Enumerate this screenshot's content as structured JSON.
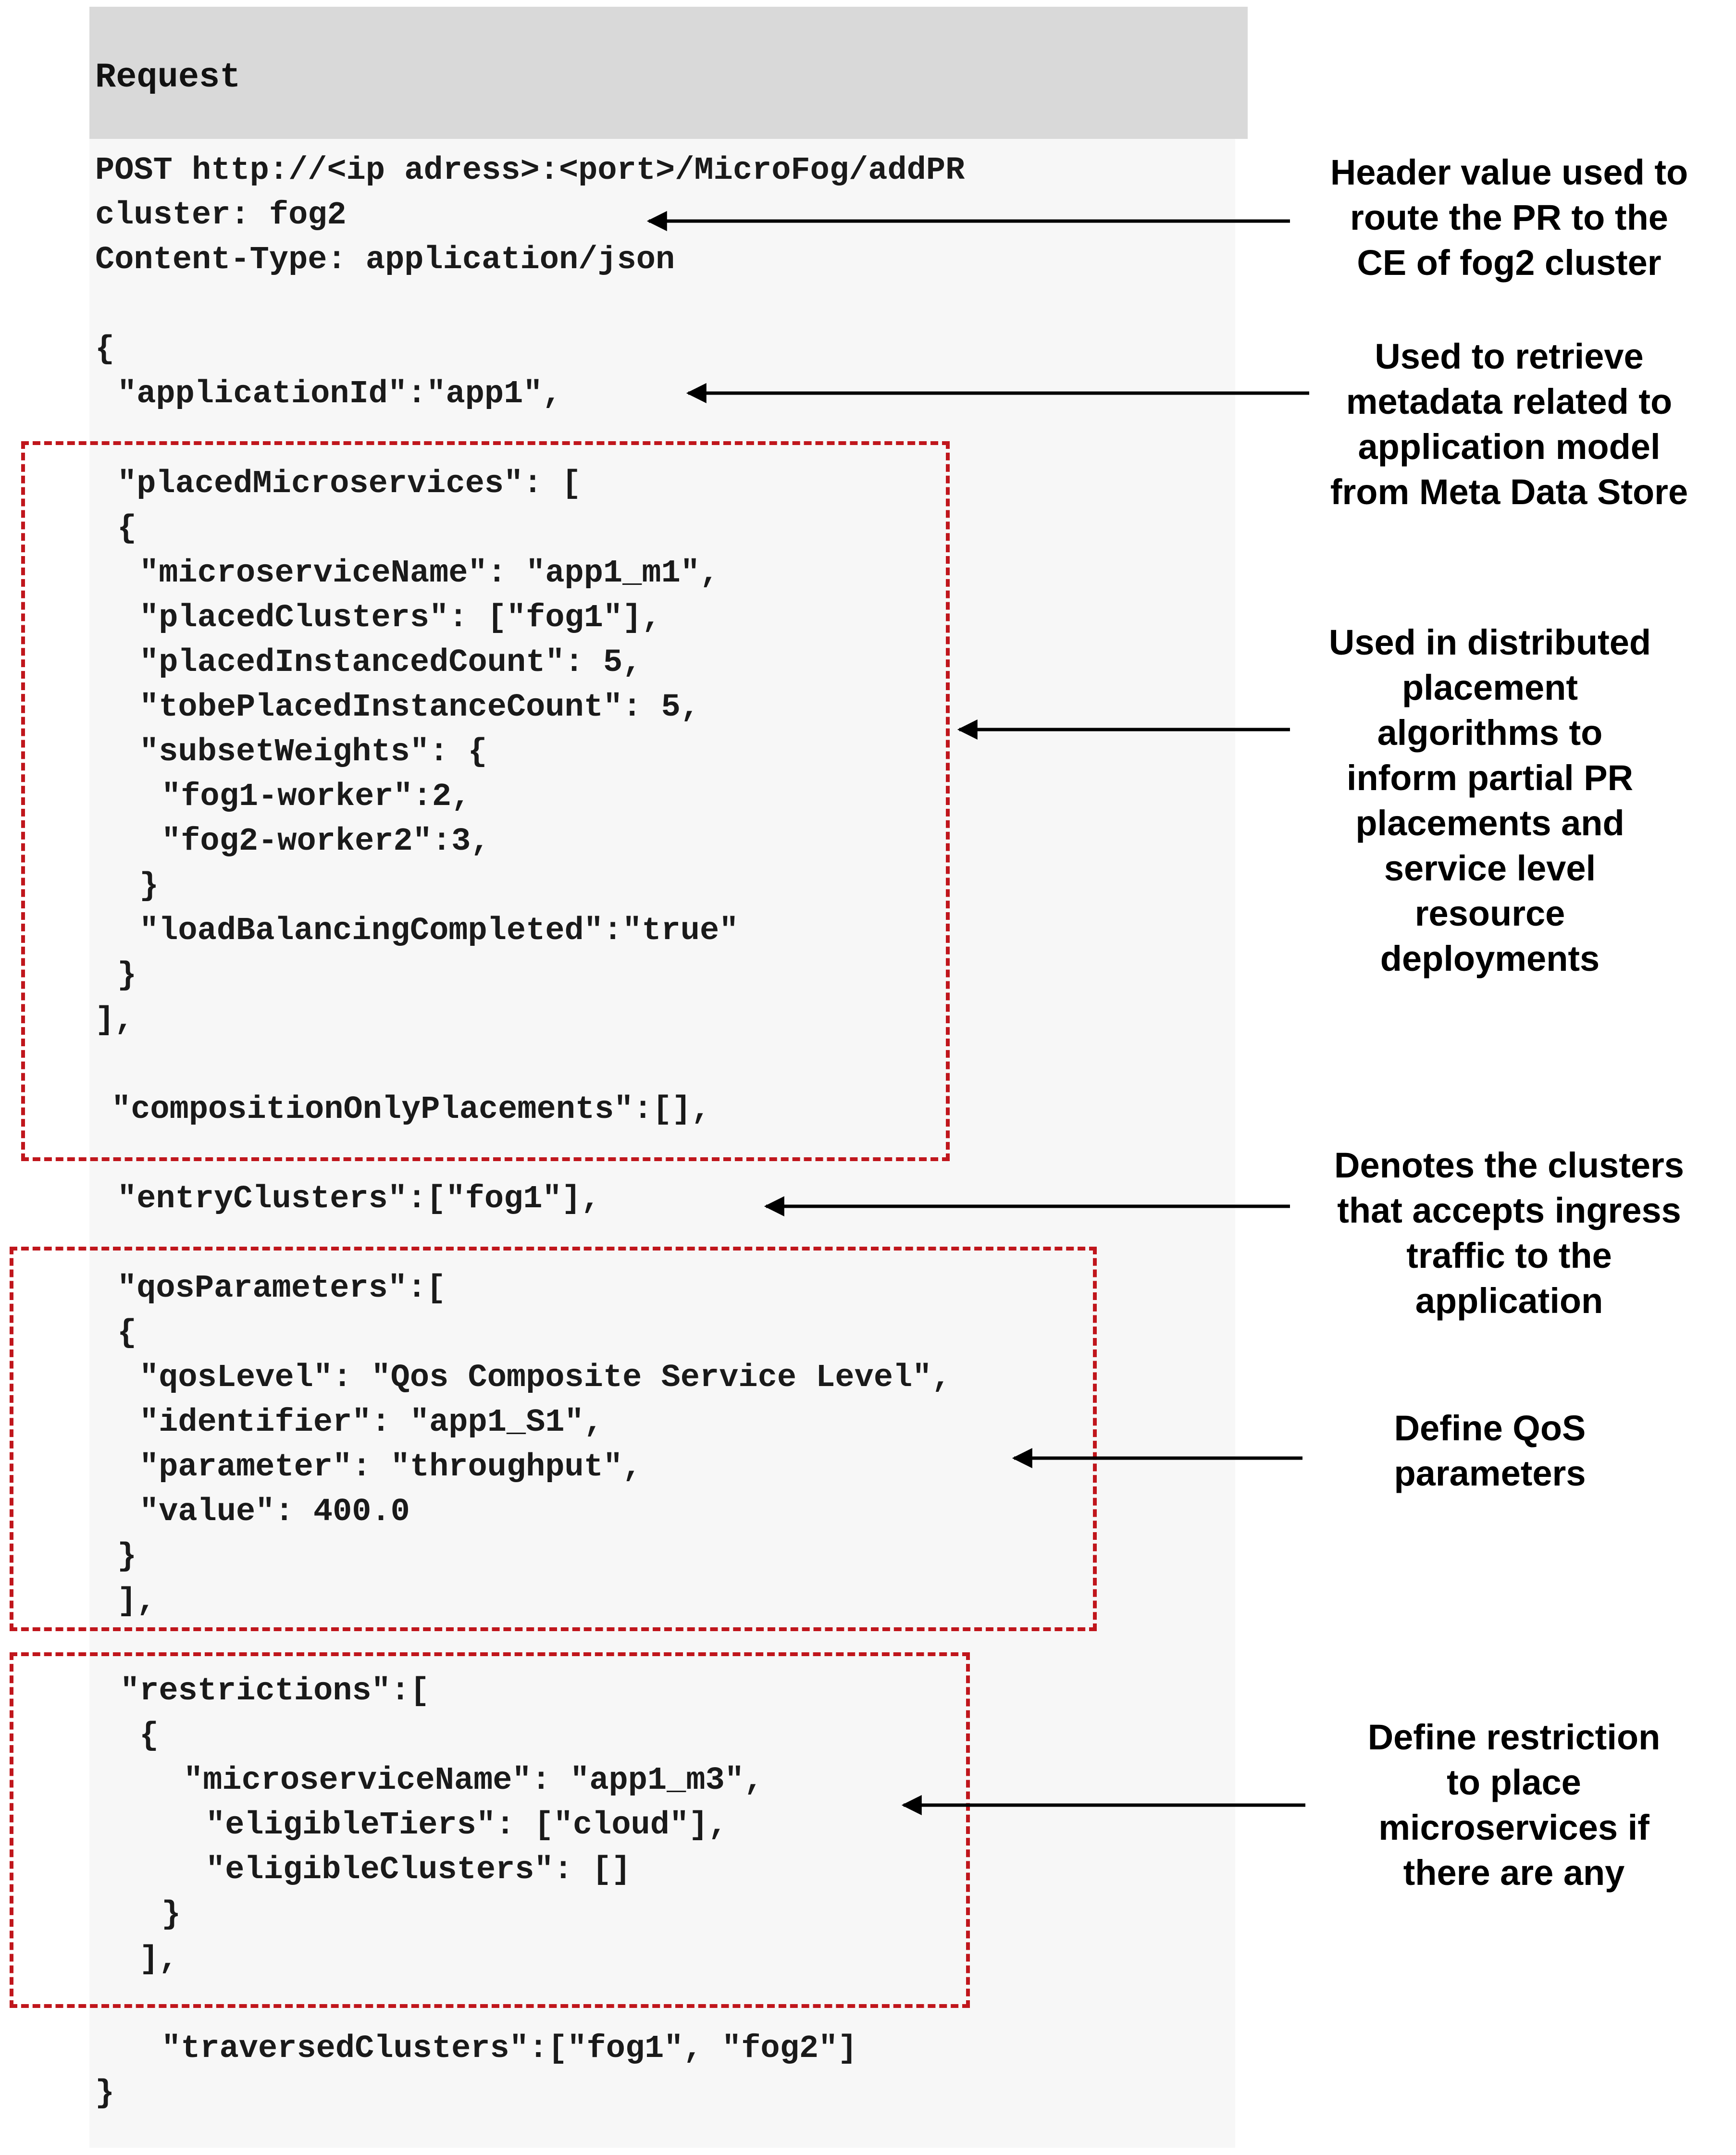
{
  "request_title": "Request",
  "code_lines": [
    {
      "text": "POST http://<ip adress>:<port>/MicroFog/addPR",
      "indent": 0
    },
    {
      "text": "cluster: fog2",
      "indent": 0
    },
    {
      "text": "Content-Type: application/json",
      "indent": 0
    },
    {
      "text": "{",
      "indent": 0
    },
    {
      "text": "\"applicationId\":\"app1\",",
      "indent": 1
    },
    {
      "text": "\"placedMicroservices\": [",
      "indent": 1
    },
    {
      "text": "{",
      "indent": 1
    },
    {
      "text": "\"microserviceName\": \"app1_m1\",",
      "indent": 2
    },
    {
      "text": "\"placedClusters\": [\"fog1\"],",
      "indent": 2
    },
    {
      "text": "\"placedInstancedCount\": 5,",
      "indent": 2
    },
    {
      "text": "\"tobePlacedInstanceCount\": 5,",
      "indent": 2
    },
    {
      "text": "\"subsetWeights\": {",
      "indent": 2
    },
    {
      "text": "\"fog1-worker\":2,",
      "indent": 3
    },
    {
      "text": "\"fog2-worker2\":3,",
      "indent": 3
    },
    {
      "text": "}",
      "indent": 2
    },
    {
      "text": "\"loadBalancingCompleted\":\"true\"",
      "indent": 2
    },
    {
      "text": "}",
      "indent": 1
    },
    {
      "text": "],",
      "indent": 0
    },
    {
      "text": "\"compositionOnlyPlacements\":[],",
      "indent": 1
    },
    {
      "text": "\"entryClusters\":[\"fog1\"],",
      "indent": 1
    },
    {
      "text": "\"qosParameters\":[",
      "indent": 1
    },
    {
      "text": "{",
      "indent": 1
    },
    {
      "text": "\"qosLevel\": \"Qos Composite Service Level\",",
      "indent": 2
    },
    {
      "text": "\"identifier\": \"app1_S1\",",
      "indent": 2
    },
    {
      "text": "\"parameter\": \"throughput\",",
      "indent": 2
    },
    {
      "text": "\"value\": 400.0",
      "indent": 2
    },
    {
      "text": "}",
      "indent": 1
    },
    {
      "text": "],",
      "indent": 1
    },
    {
      "text": "\"restrictions\":[",
      "indent": 1
    },
    {
      "text": "{",
      "indent": 2
    },
    {
      "text": "\"microserviceName\": \"app1_m3\",",
      "indent": 3
    },
    {
      "text": "\"eligibleTiers\": [\"cloud\"],",
      "indent": 4
    },
    {
      "text": "\"eligibleClusters\": []",
      "indent": 4
    },
    {
      "text": "}",
      "indent": 3
    },
    {
      "text": "],",
      "indent": 2
    },
    {
      "text": "\"traversedClusters\":[\"fog1\", \"fog2\"]",
      "indent": 3
    },
    {
      "text": "}",
      "indent": 0
    }
  ],
  "annotations": [
    {
      "text": "Header value used to\nroute the PR to the\nCE of fog2 cluster"
    },
    {
      "text": "Used to retrieve\nmetadata related to\napplication model\nfrom Meta Data Store"
    },
    {
      "text": "Used in distributed\nplacement\nalgorithms to\ninform partial PR\nplacements and\nservice level\nresource\ndeployments"
    },
    {
      "text": "Denotes the clusters\nthat accepts ingress\ntraffic to the\napplication"
    },
    {
      "text": "Define QoS\nparameters"
    },
    {
      "text": "Define restriction\nto place\nmicroservices if\nthere are any"
    }
  ],
  "colors": {
    "highlight_box": "#c0161c",
    "header_bg": "#d9d9d9",
    "body_bg": "#f7f7f7"
  }
}
